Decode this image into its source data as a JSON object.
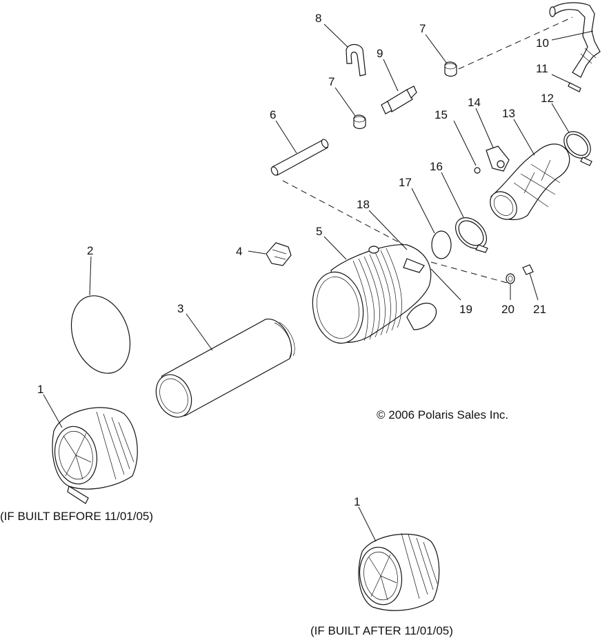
{
  "callouts": {
    "c1a": "1",
    "c1b": "1",
    "c2": "2",
    "c3": "3",
    "c4": "4",
    "c5": "5",
    "c6": "6",
    "c7a": "7",
    "c7b": "7",
    "c8": "8",
    "c9": "9",
    "c10": "10",
    "c11": "11",
    "c12": "12",
    "c13": "13",
    "c14": "14",
    "c15": "15",
    "c16": "16",
    "c17": "17",
    "c18": "18",
    "c19": "19",
    "c20": "20",
    "c21": "21"
  },
  "notes": {
    "copyright": "© 2006 Polaris Sales Inc.",
    "before": "(IF BUILT BEFORE 11/01/05)",
    "after": "(IF BUILT AFTER 11/01/05)"
  }
}
